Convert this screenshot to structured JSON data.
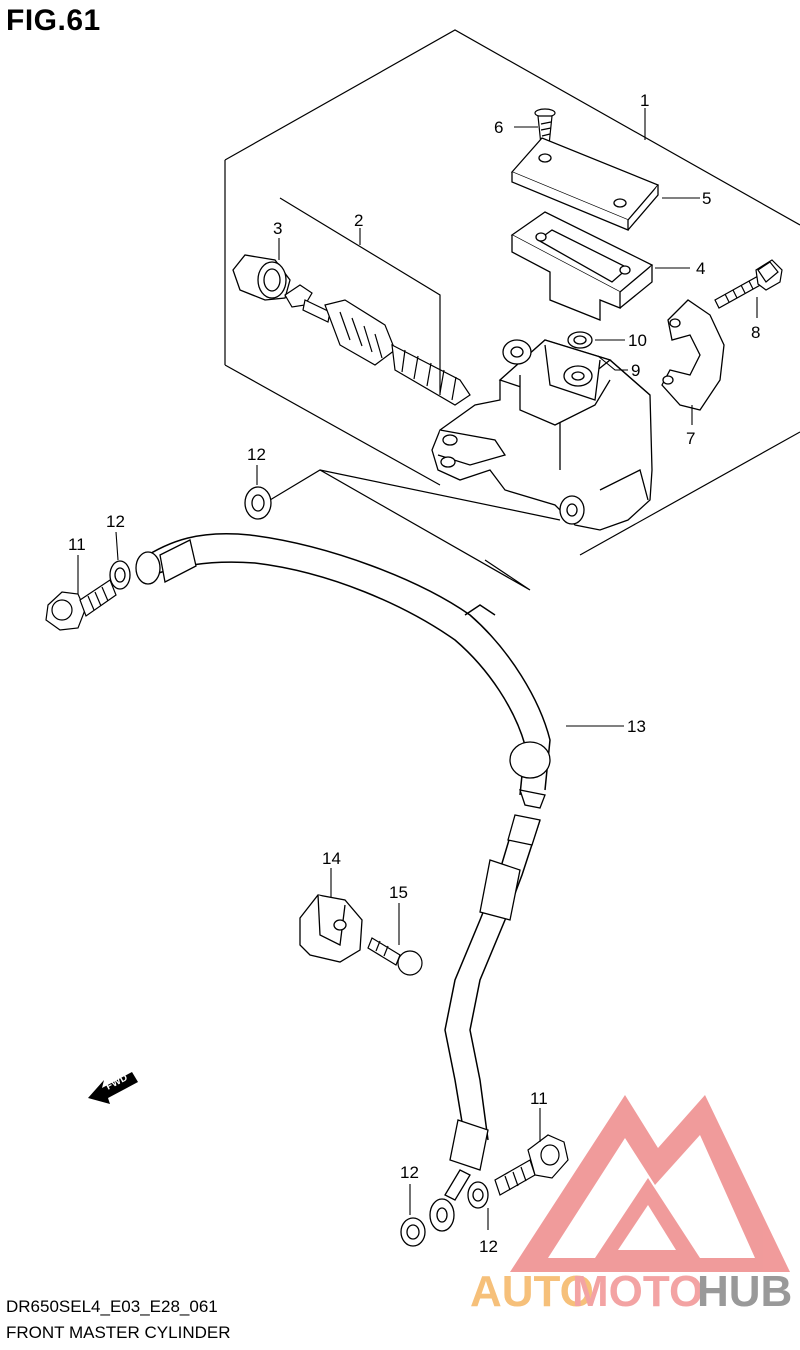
{
  "figure": {
    "title": "FIG.61",
    "code": "DR650SEL4_E03_E28_061",
    "name": "FRONT MASTER CYLINDER"
  },
  "callouts": {
    "c1": "1",
    "c2": "2",
    "c3": "3",
    "c4": "4",
    "c5": "5",
    "c6": "6",
    "c7": "7",
    "c8": "8",
    "c9": "9",
    "c10": "10",
    "c11a": "11",
    "c11b": "11",
    "c12a": "12",
    "c12b": "12",
    "c12c": "12",
    "c12d": "12",
    "c13": "13",
    "c14": "14",
    "c15": "15"
  },
  "direction_marker": "FWD",
  "watermark": {
    "part1": "AUTO",
    "part2": "MOTO",
    "part3": "HUB",
    "colors": {
      "part1": "#f6c07a",
      "part2": "#f3a3a3",
      "part3": "#999999",
      "logo": "#ee8a8a"
    }
  }
}
